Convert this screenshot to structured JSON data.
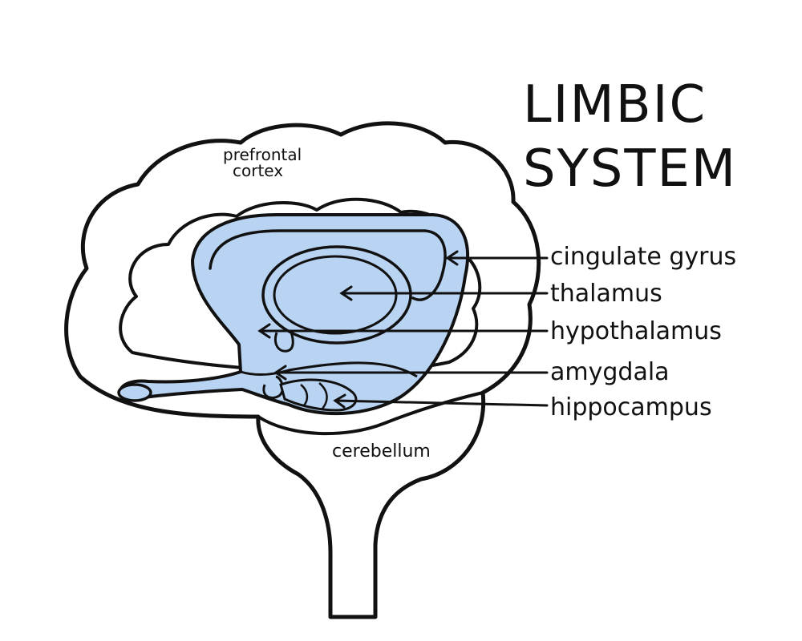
{
  "title": {
    "line1": "LIMBIC",
    "line2": "SYSTEM"
  },
  "inner_labels": {
    "prefrontal_line1": "prefrontal",
    "prefrontal_line2": "cortex",
    "cerebellum": "cerebellum"
  },
  "callouts": [
    {
      "id": "cingulate-gyrus",
      "text": "cingulate gyrus"
    },
    {
      "id": "thalamus",
      "text": "thalamus"
    },
    {
      "id": "hypothalamus",
      "text": "hypothalamus"
    },
    {
      "id": "amygdala",
      "text": "amygdala"
    },
    {
      "id": "hippocampus",
      "text": "hippocampus"
    }
  ],
  "colors": {
    "outline": "#111111",
    "limbic_fill": "#b9d3f2",
    "background": "#ffffff"
  }
}
